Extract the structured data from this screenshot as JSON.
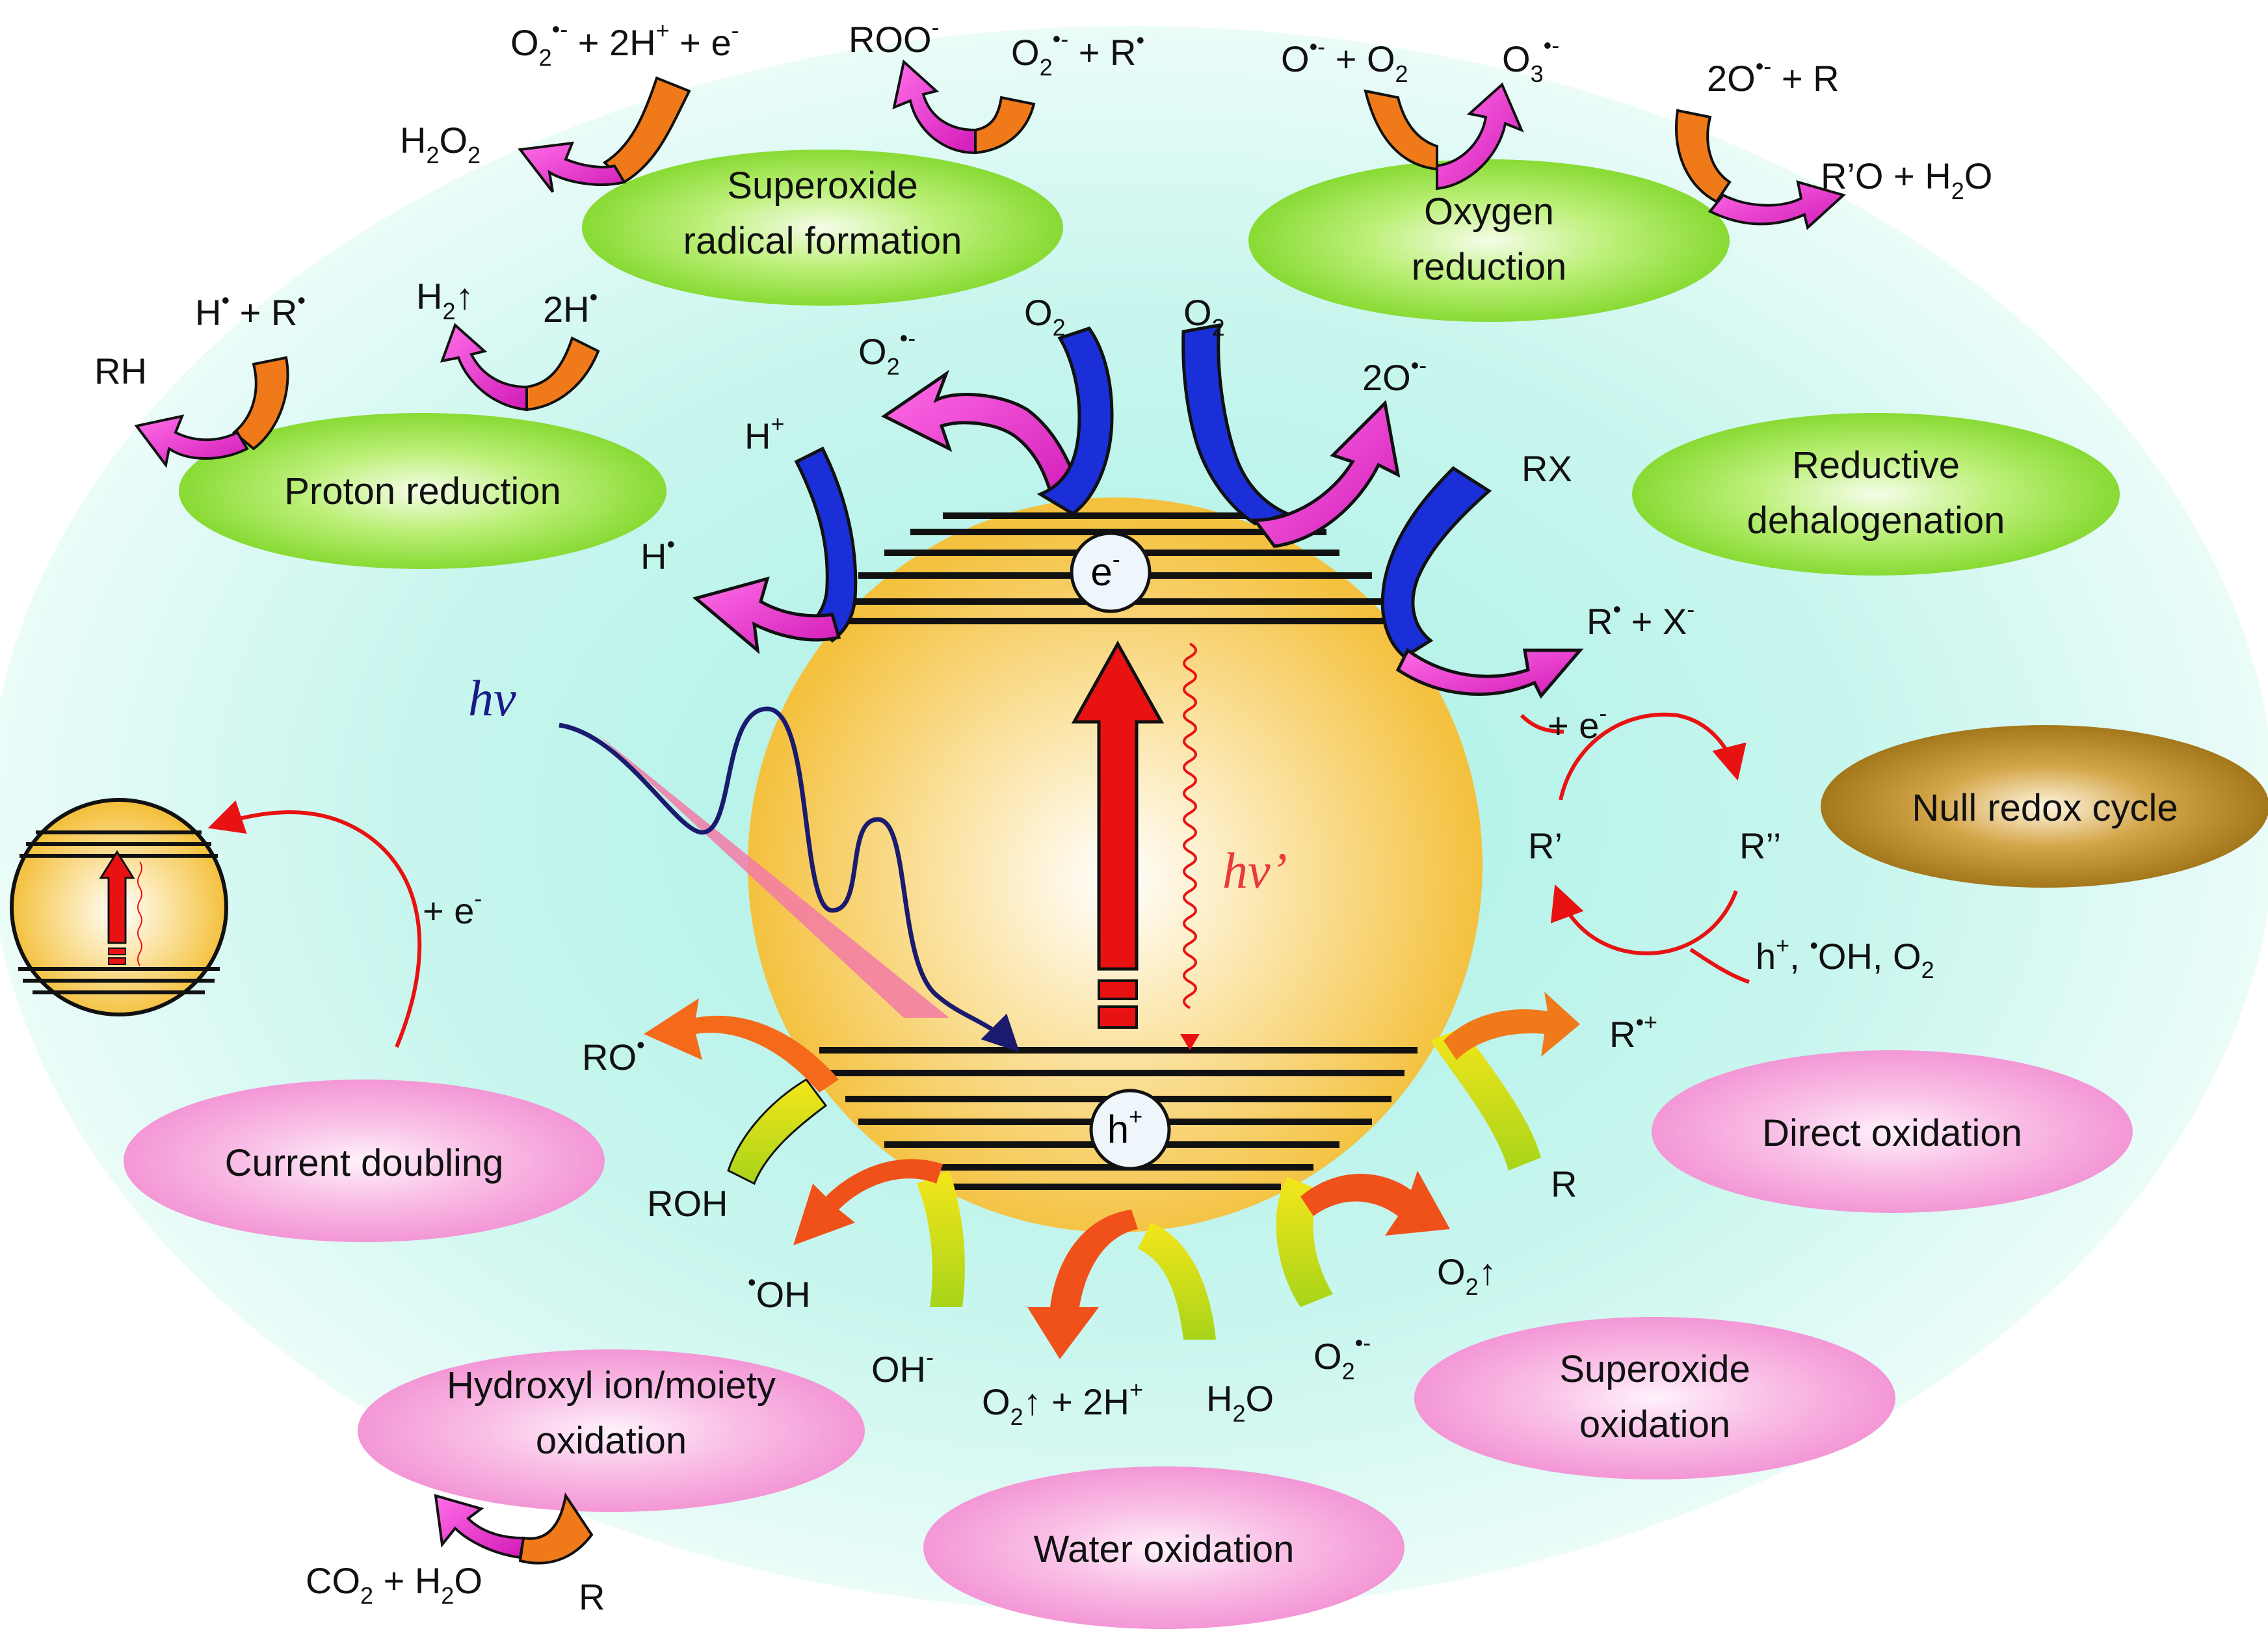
{
  "ovals": {
    "superoxide_formation": [
      "Superoxide",
      "radical formation"
    ],
    "oxygen_reduction": [
      "Oxygen",
      "reduction"
    ],
    "proton_reduction": "Proton reduction",
    "reductive_dehalogenation": [
      "Reductive",
      "dehalogenation"
    ],
    "null_redox": "Null redox cycle",
    "direct_oxidation": "Direct oxidation",
    "current_doubling": "Current doubling",
    "superoxide_oxidation": [
      "Superoxide",
      "oxidation"
    ],
    "hydroxyl_oxidation": [
      "Hydroxyl ion/moiety",
      "oxidation"
    ],
    "water_oxidation": "Water oxidation"
  },
  "particle": {
    "electron": "e",
    "electron_charge": "-",
    "hole": "h",
    "hole_charge": "+",
    "excitation": "hv",
    "emission": "hv’"
  },
  "labels": {
    "o2_left": "O",
    "o2_right": "O",
    "o2rad": "O",
    "two_o_rad": "2O",
    "h_plus": "H",
    "h_rad": "H",
    "rx": "RX",
    "r_x": "R",
    "x_minus": " + X",
    "sf_top_left": "O",
    "sf_top_left_rest": " + 2H",
    "sf_top_left_e": " + e",
    "h2o2": "H",
    "roo": "ROO",
    "o2r": "O",
    "o2r_rest": " + R",
    "or_o_o2": "O",
    "or_plus_o2": " + O",
    "o3": "O",
    "two_o_r": "2O",
    "two_o_r_rest": " + R",
    "rprime_o_h2o": "R’O + H",
    "h_r": "H",
    "h_r_rest": " + R",
    "rh": "RH",
    "h2_up": "H",
    "two_h": "2H",
    "null_plus_e": "+ e",
    "r_prime": "R’",
    "r_dprime": "R’’",
    "null_oxidants": "h",
    "null_oxidants_rest": ", ",
    "null_oh": "OH, O",
    "current_e": "+ e",
    "ro": "RO",
    "roh": "ROH",
    "oh_rad": "OH",
    "oh_minus": "OH",
    "o2_2h": "O",
    "o2_2h_rest": "↑ + 2H",
    "h2o": "H",
    "o2rad_bottom": "O",
    "o2_up": "O",
    "r_cation": "R",
    "r_direct": "R",
    "co2_h2o": "CO",
    "co2_rest": " + H",
    "r_hydroxyl": "R"
  },
  "colors": {
    "green_oval": "#8ee33a",
    "pink_oval": "#f59ad6",
    "brown_oval": "#a87a1e",
    "particle": "#f6c948",
    "magenta_arrow": "#ee3ccf",
    "blue_arrow": "#1a2fd8",
    "orange_arrow": "#f07a1a",
    "red_arrow": "#e81212",
    "background": "#bff3e9"
  }
}
